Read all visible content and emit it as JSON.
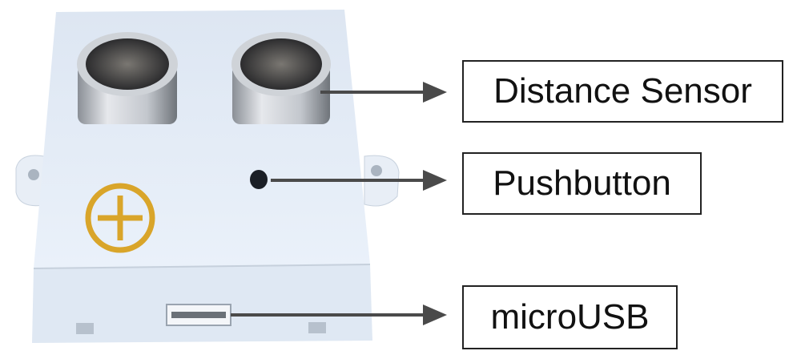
{
  "labels": {
    "distance_sensor": "Distance Sensor",
    "pushbutton": "Pushbutton",
    "microusb": "microUSB"
  },
  "colors": {
    "housing": "#e4ecf6",
    "logo": "#d9a52a",
    "arrow": "#4a4a4a"
  }
}
